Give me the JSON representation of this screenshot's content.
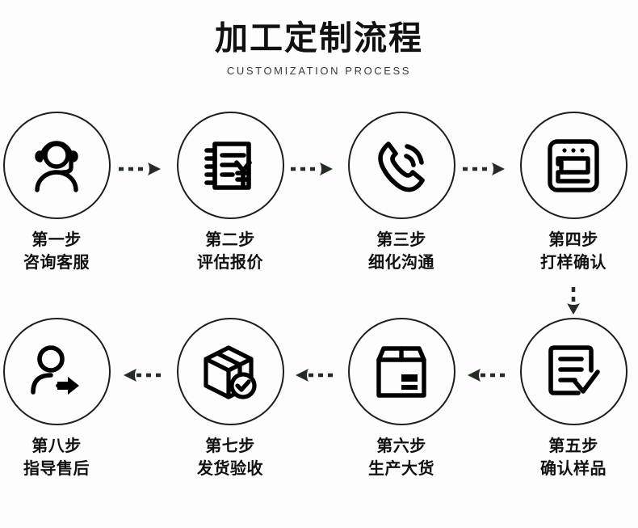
{
  "header": {
    "title": "加工定制流程",
    "subtitle": "CUSTOMIZATION PROCESS"
  },
  "colors": {
    "background": "#fdfdfd",
    "text": "#111111",
    "circle_stroke": "#1b1f1b",
    "icon": "#000000",
    "arrow": "#232d23"
  },
  "steps": [
    {
      "index": 1,
      "icon": "customer-service-headset-icon",
      "step_label": "第一步",
      "desc_label": "咨询客服"
    },
    {
      "index": 2,
      "icon": "quotation-document-yuan-icon",
      "step_label": "第二步",
      "desc_label": "评估报价"
    },
    {
      "index": 3,
      "icon": "phone-call-signal-icon",
      "step_label": "第三步",
      "desc_label": "细化沟通"
    },
    {
      "index": 4,
      "icon": "sewing-machine-icon",
      "step_label": "第四步",
      "desc_label": "打样确认"
    },
    {
      "index": 5,
      "icon": "checklist-approved-icon",
      "step_label": "第五步",
      "desc_label": "确认样品"
    },
    {
      "index": 6,
      "icon": "carton-box-icon",
      "step_label": "第六步",
      "desc_label": "生产大货"
    },
    {
      "index": 7,
      "icon": "package-verified-icon",
      "step_label": "第七步",
      "desc_label": "发货验收"
    },
    {
      "index": 8,
      "icon": "person-arrow-right-icon",
      "step_label": "第八步",
      "desc_label": "指导售后"
    }
  ],
  "connectors": [
    {
      "id": "step1-to-step2",
      "icon": "dashed-arrow-right-icon",
      "direction": "right"
    },
    {
      "id": "step2-to-step3",
      "icon": "dashed-arrow-right-icon",
      "direction": "right"
    },
    {
      "id": "step3-to-step4",
      "icon": "dashed-arrow-right-icon",
      "direction": "right"
    },
    {
      "id": "step4-to-step5",
      "icon": "dashed-arrow-down-icon",
      "direction": "down"
    },
    {
      "id": "step5-to-step6",
      "icon": "dashed-arrow-left-icon",
      "direction": "left"
    },
    {
      "id": "step6-to-step7",
      "icon": "dashed-arrow-left-icon",
      "direction": "left"
    },
    {
      "id": "step7-to-step8",
      "icon": "dashed-arrow-left-icon",
      "direction": "left"
    }
  ]
}
